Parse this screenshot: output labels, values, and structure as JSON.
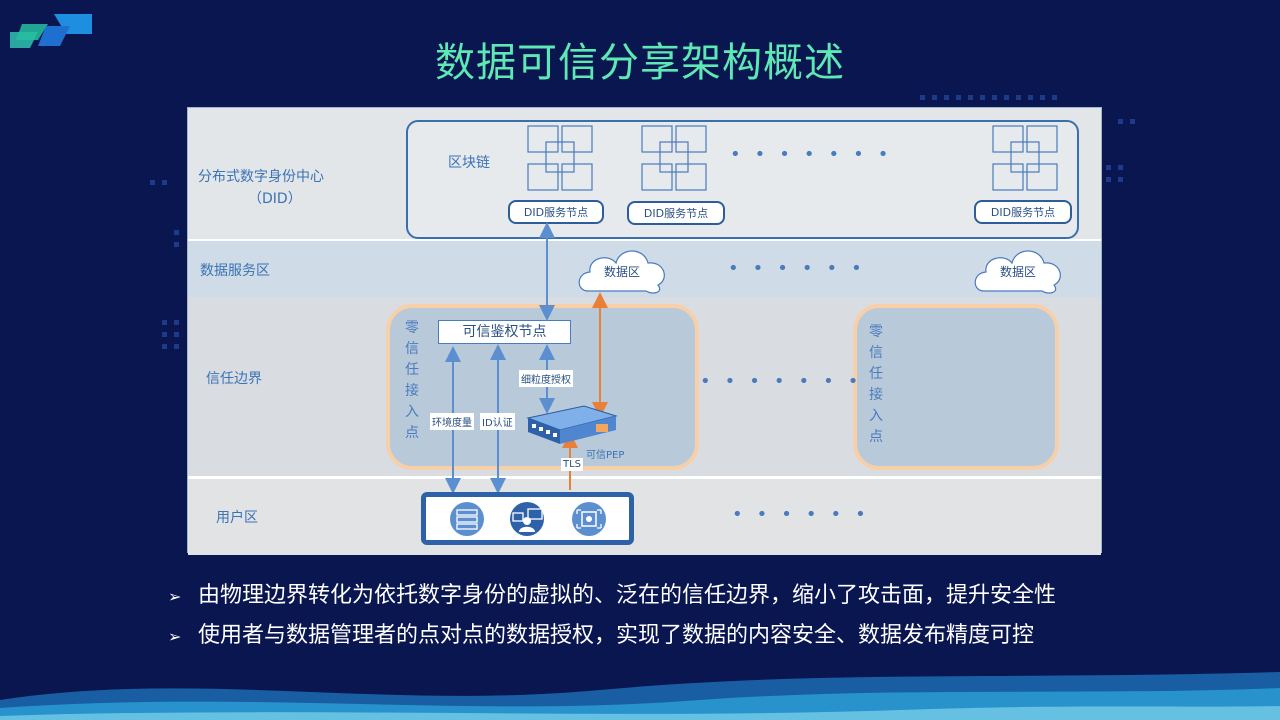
{
  "title": "数据可信分享架构概述",
  "bands": {
    "did_label_1": "分布式数字身份中心",
    "did_label_2": "（DID）",
    "data_label": "数据服务区",
    "trust_label": "信任边界",
    "user_label": "用户区"
  },
  "blockchain": {
    "label": "区块链",
    "nodes": [
      "DID服务节点",
      "DID服务节点",
      "DID服务节点"
    ]
  },
  "data_zones": [
    "数据区",
    "数据区"
  ],
  "trust": {
    "zone_label": "零信任接入点",
    "zone_label_2": "零信任接入点",
    "auth_node": "可信鉴权节点",
    "fine_grained": "细粒度授权",
    "env_measure": "环境度量",
    "id_auth": "ID认证",
    "pep": "可信PEP",
    "tls": "TLS"
  },
  "bullets": [
    "由物理边界转化为依托数字身份的虚拟的、泛在的信任边界，缩小了攻击面，提升安全性",
    "使用者与数据管理者的点对点的数据授权，实现了数据的内容安全、数据发布精度可控"
  ],
  "bullet_mark": "➢",
  "colors": {
    "title": "#5ee8b4",
    "arrow_blue": "#5b8fd0",
    "arrow_orange": "#e8803a",
    "background": "#0a1650"
  }
}
